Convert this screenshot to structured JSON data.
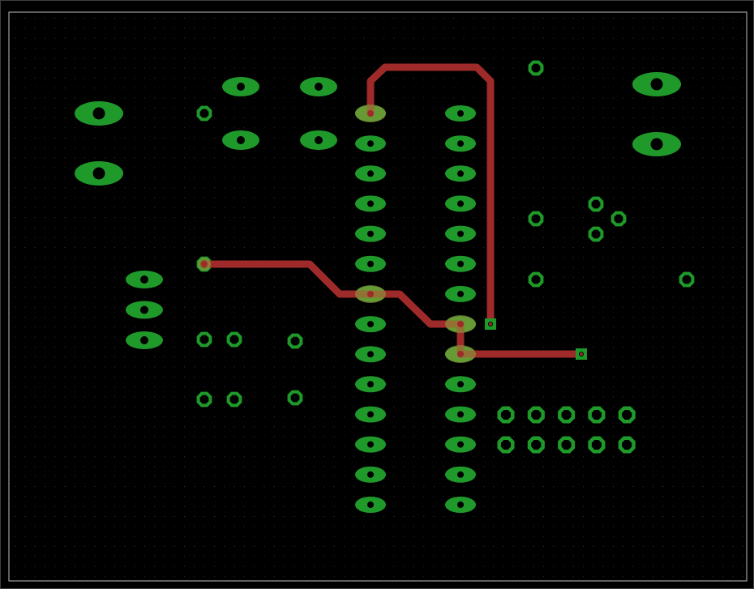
{
  "board": {
    "background_color": "#000000",
    "outline_color": "#bfbfbf",
    "grid_dot_color": "#3a3a3a",
    "pad_color": "#1f9a2a",
    "pad_hole_color": "#000000",
    "via_color": "#1f9a2a",
    "trace_color": "#9e2a2a",
    "trace_pad_overlap_color": "#8c9a3a"
  },
  "layers": {
    "top_copper": "trace-layer",
    "pads": "pad-layer",
    "grid": "grid-layer"
  },
  "components": {
    "dip_ic": {
      "pins_per_side": 14
    },
    "header_3pin": {
      "pins": 3
    },
    "header_2x5": {
      "pins": 10
    }
  },
  "icons": {
    "via": "octagon-ring-icon",
    "oval_pad": "oval-pad-icon",
    "square_pad": "square-pad-icon"
  }
}
